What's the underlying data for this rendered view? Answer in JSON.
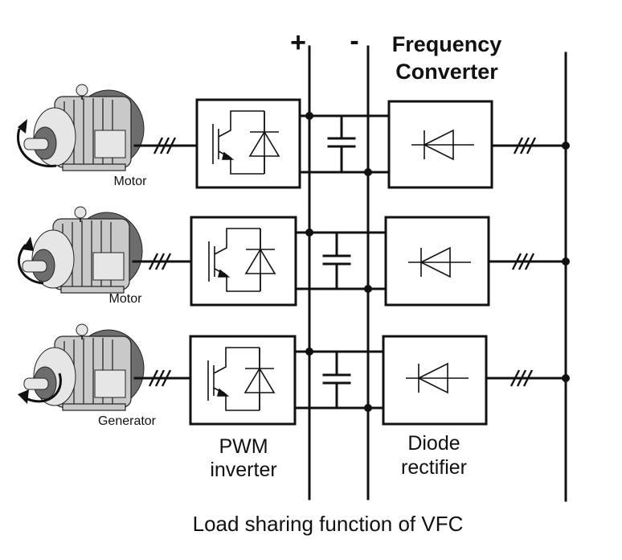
{
  "title": {
    "line1": "Frequency",
    "line2": "Converter"
  },
  "bus": {
    "plus": "+",
    "minus": "-"
  },
  "machines": [
    {
      "label": "Motor"
    },
    {
      "label": "Motor"
    },
    {
      "label": "Generator"
    }
  ],
  "inverter_label": {
    "line1": "PWM",
    "line2": "inverter"
  },
  "rectifier_label": {
    "line1": "Diode",
    "line2": "rectifier"
  },
  "caption": "Load sharing function of VFC",
  "colors": {
    "line": "#111111",
    "background": "#ffffff",
    "motor": "#c9c9c9"
  }
}
